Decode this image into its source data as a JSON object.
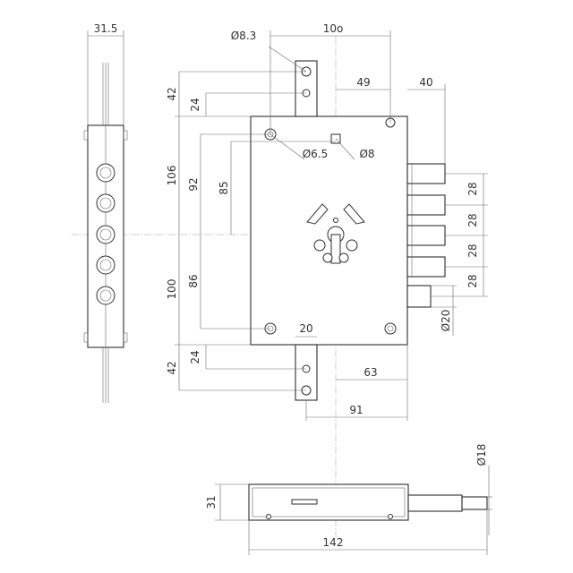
{
  "labels": {
    "d_31_5": "31.5",
    "d_100_top": "10o",
    "d_phi_8_3": "Ø8.3",
    "d_49": "49",
    "d_40": "40",
    "d_42_top": "42",
    "d_24_top": "24",
    "d_106": "106",
    "d_92": "92",
    "d_85": "85",
    "d_phi_6_5": "Ø6.5",
    "d_phi_8": "Ø8",
    "d_28_a": "28",
    "d_28_b": "28",
    "d_28_c": "28",
    "d_28_d": "28",
    "d_100_left": "100",
    "d_86": "86",
    "d_20_mid": "20",
    "d_phi_20": "Ø20",
    "d_42_bot": "42",
    "d_24_bot": "24",
    "d_63": "63",
    "d_91": "91",
    "d_phi_18": "Ø18",
    "d_31": "31",
    "d_142": "142"
  }
}
